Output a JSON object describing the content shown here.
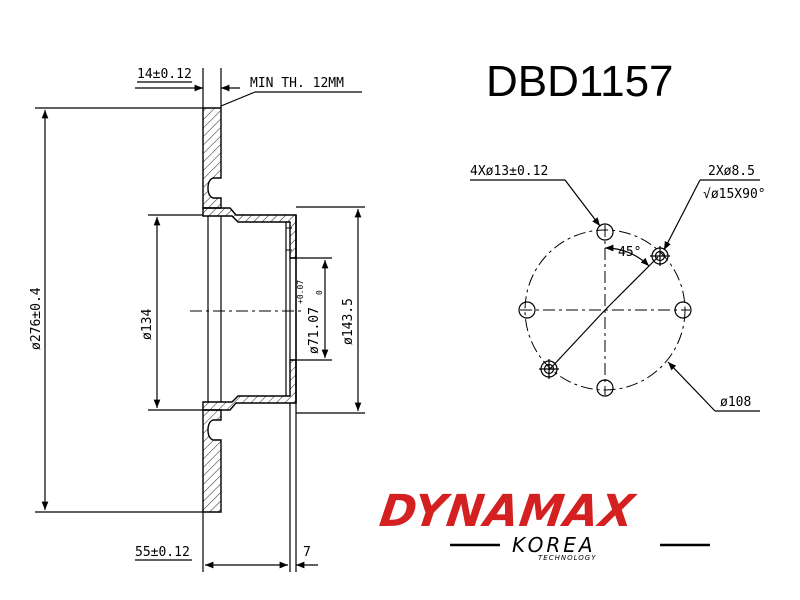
{
  "part_number": "DBD1157",
  "section_view": {
    "thickness_dim": "14±0.12",
    "min_thickness": "MIN TH. 12MM",
    "outer_diameter": "ø276±0.4",
    "hat_diameter": "ø134",
    "center_bore": "ø71.07",
    "center_bore_tol_upper": "+0.07",
    "center_bore_tol_lower": "0",
    "hub_diameter": "ø143.5",
    "height_dim": "55±0.12",
    "offset_dim": "7"
  },
  "bolt_pattern": {
    "bolt_holes": "4Xø13±0.12",
    "screw_holes": "2Xø8.5",
    "countersink": "√ø15X90°",
    "angle": "45°",
    "pcd": "ø108"
  },
  "logo": {
    "brand": "DYNAMAX",
    "sub": "KOREA",
    "tagline": "TECHNOLOGY",
    "brand_color": "#d42020"
  }
}
